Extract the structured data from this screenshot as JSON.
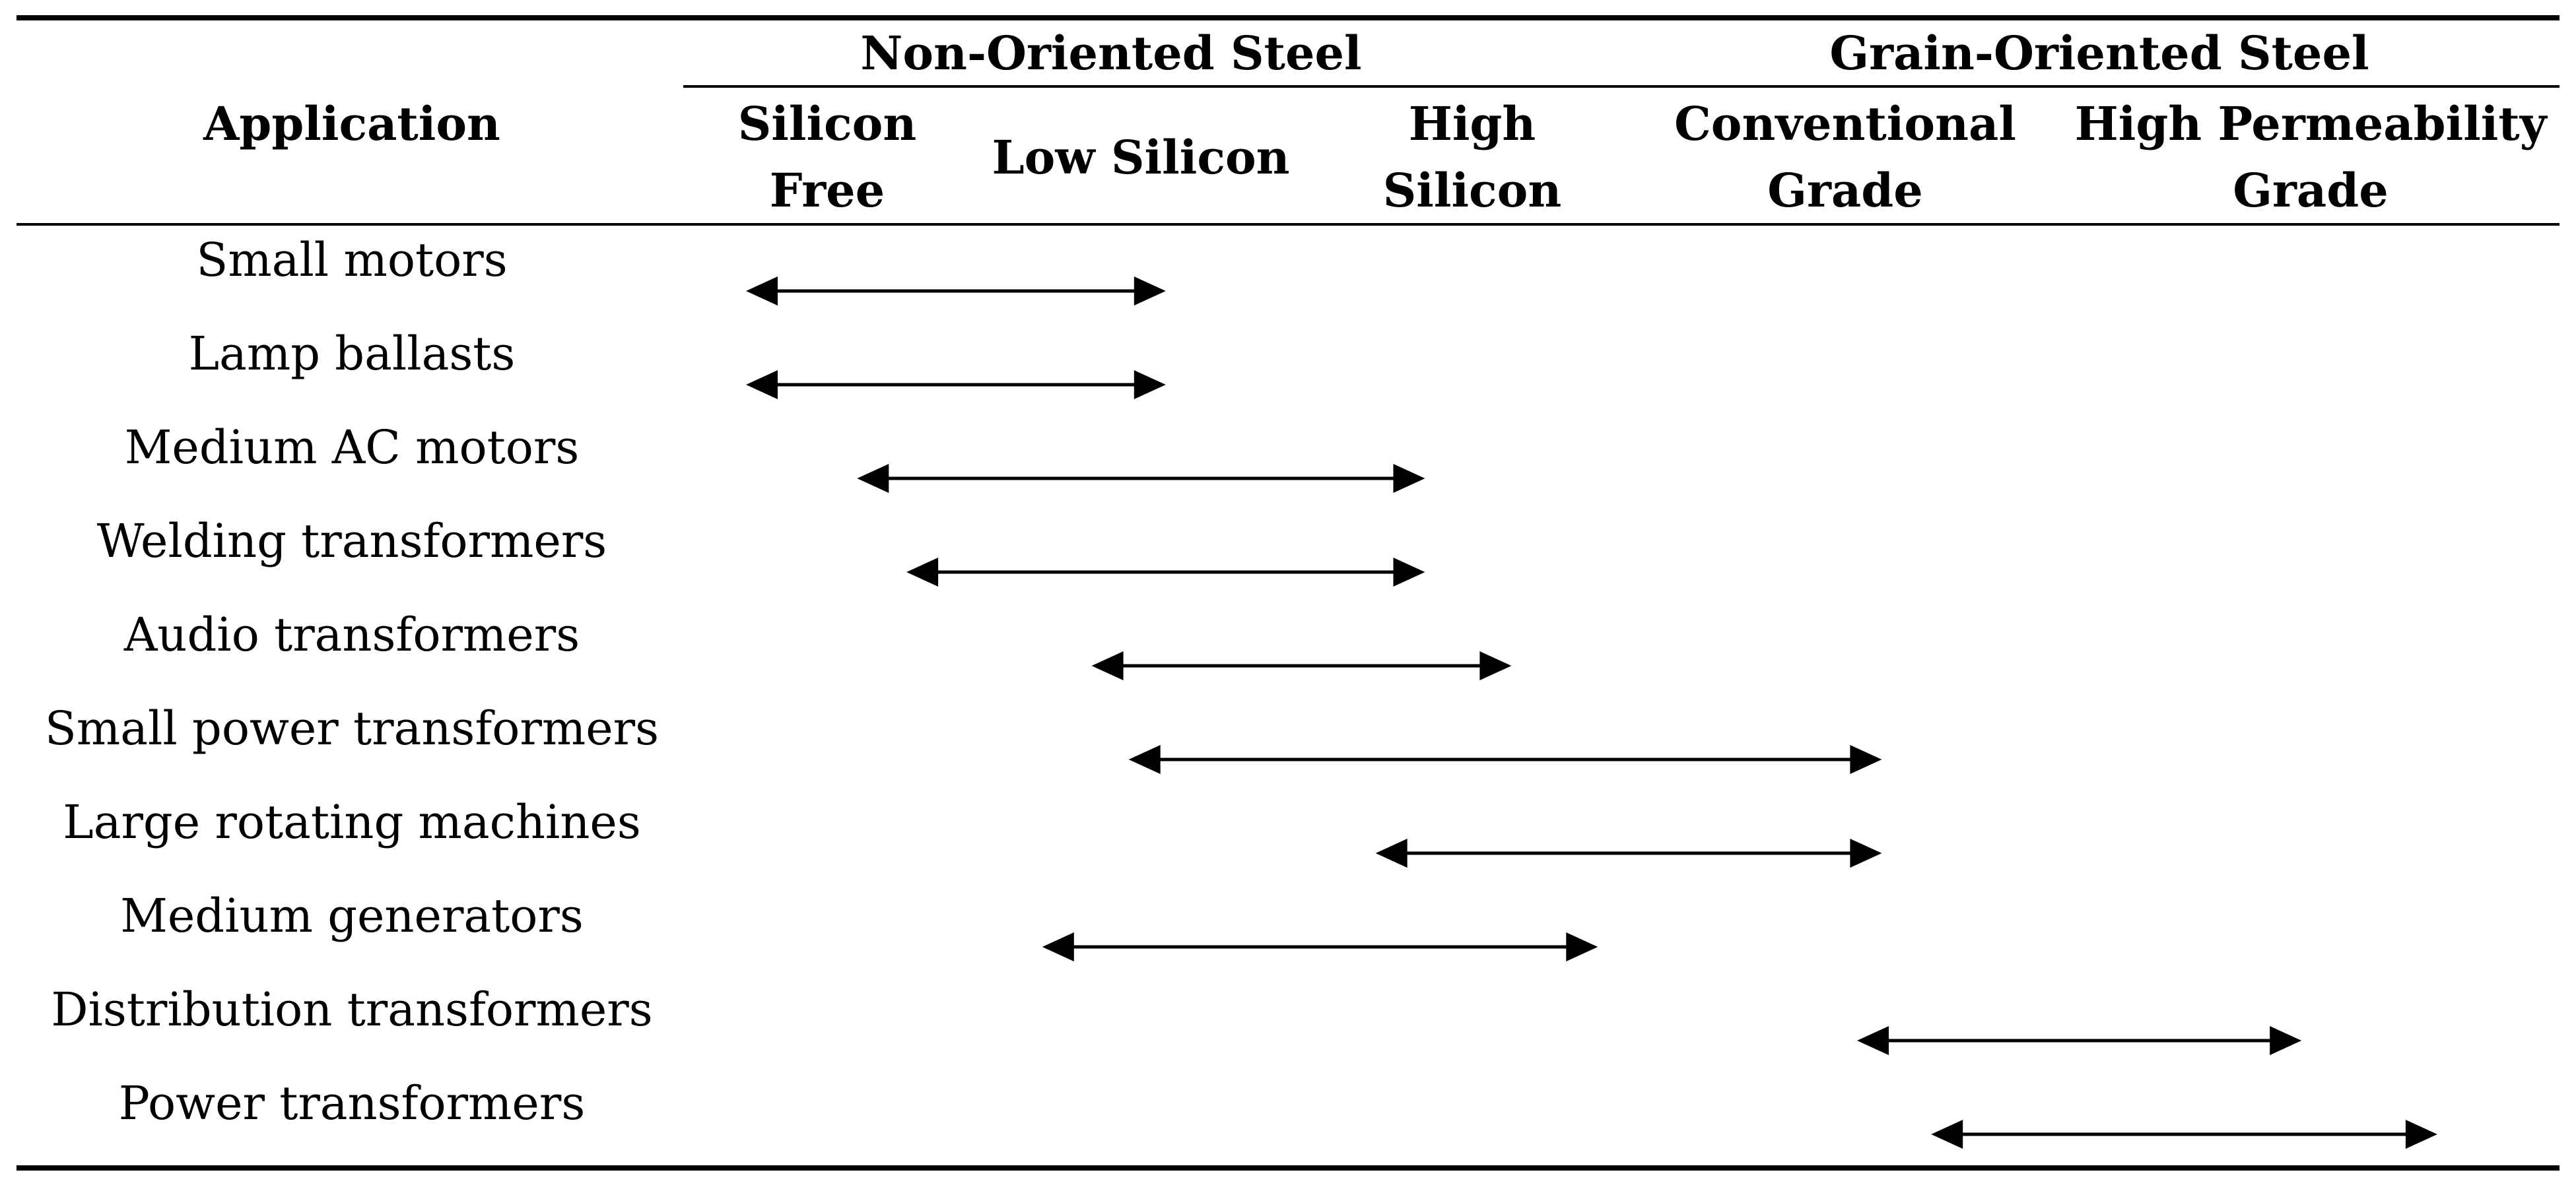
{
  "table": {
    "header": {
      "application": "Application",
      "groups": [
        {
          "label": "Non-Oriented Steel"
        },
        {
          "label": "Grain-Oriented Steel"
        }
      ],
      "columns": [
        {
          "line1": "Silicon",
          "line2": "Free"
        },
        {
          "line1": "Low Silicon",
          "line2": ""
        },
        {
          "line1": "High",
          "line2": "Silicon"
        },
        {
          "line1": "Conventional",
          "line2": "Grade"
        },
        {
          "line1": "High Permeability",
          "line2": "Grade"
        }
      ]
    },
    "column_order": [
      "Silicon Free",
      "Low Silicon",
      "High Silicon",
      "Conventional Grade",
      "High Permeability Grade"
    ],
    "rows": [
      {
        "application": "Small motors",
        "range": {
          "from": 0.0,
          "to": 1.7
        }
      },
      {
        "application": "Lamp ballasts",
        "range": {
          "from": 0.0,
          "to": 1.7
        }
      },
      {
        "application": "Medium AC motors",
        "range": {
          "from": 0.45,
          "to": 2.75
        }
      },
      {
        "application": "Welding transformers",
        "range": {
          "from": 0.65,
          "to": 2.75
        }
      },
      {
        "application": "Audio transformers",
        "range": {
          "from": 1.4,
          "to": 3.1
        }
      },
      {
        "application": "Small power transformers",
        "range": {
          "from": 1.55,
          "to": 4.6
        }
      },
      {
        "application": "Large rotating machines",
        "range": {
          "from": 2.55,
          "to": 4.6
        }
      },
      {
        "application": "Medium generators",
        "range": {
          "from": 1.2,
          "to": 3.45
        }
      },
      {
        "application": "Distribution transformers",
        "range": {
          "from": 4.5,
          "to": 6.3
        }
      },
      {
        "application": "Power transformers",
        "range": {
          "from": 4.8,
          "to": 6.85
        }
      }
    ]
  }
}
